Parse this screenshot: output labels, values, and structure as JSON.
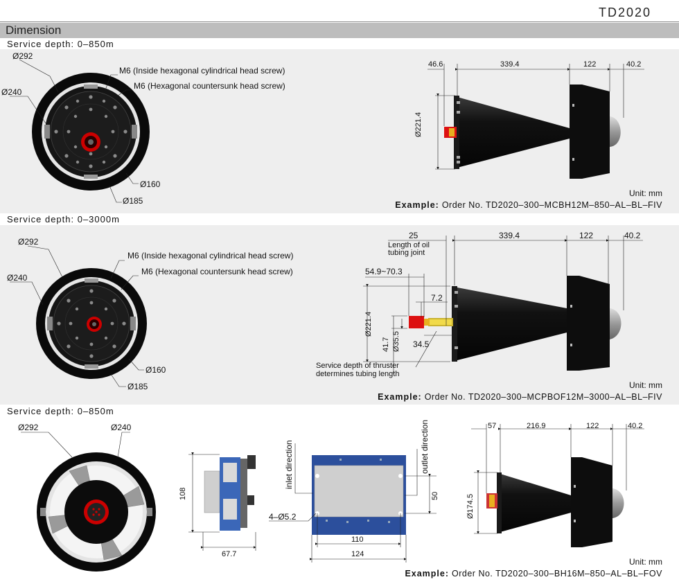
{
  "header": {
    "title": "TD2020",
    "section": "Dimension"
  },
  "sections": [
    {
      "service_depth": "Service depth: 0–850m",
      "labels": {
        "d292": "Ø292",
        "d240": "Ø240",
        "m6_inside": "M6 (Inside hexagonal cylindrical head screw)",
        "m6_countersunk": "M6 (Hexagonal countersunk head screw)",
        "d160": "Ø160",
        "d185": "Ø185"
      },
      "dims": {
        "a": "46.6",
        "b": "339.4",
        "c": "122",
        "d": "40.2",
        "dia": "Ø221.4"
      },
      "unit": "Unit: mm",
      "example_label": "Example:",
      "example_value": "Order No. TD2020–300–MCBH12M–850–AL–BL–FIV"
    },
    {
      "service_depth": "Service depth: 0–3000m",
      "labels": {
        "d292": "Ø292",
        "d240": "Ø240",
        "m6_inside": "M6 (Inside hexagonal cylindrical head screw)",
        "m6_countersunk": "M6 (Hexagonal countersunk head screw)",
        "d160": "Ø160",
        "d185": "Ø185"
      },
      "dims": {
        "a": "25",
        "b": "339.4",
        "c": "122",
        "d": "40.2",
        "dia": "Ø221.4",
        "range": "54.9~70.3",
        "v72": "7.2",
        "v417": "41.7",
        "v355": "Ø35.5",
        "v345": "34.5"
      },
      "oil_joint": [
        "Length of oil",
        "tubing joint"
      ],
      "tubing_note": [
        "Service depth of thruster",
        "determines tubing length"
      ],
      "unit": "Unit: mm",
      "example_label": "Example:",
      "example_value": "Order No. TD2020–300–MCPBOF12M–3000–AL–BL–FIV"
    },
    {
      "service_depth": "Service depth: 0–850m",
      "labels": {
        "d292": "Ø292",
        "d240": "Ø240"
      },
      "driver": {
        "h108": "108",
        "w677": "67.7",
        "inlet": "inlet direction",
        "outlet": "outlet direction",
        "v50": "50",
        "holes": "4–Ø5.2",
        "w110": "110",
        "w124": "124"
      },
      "dims": {
        "a": "57",
        "b": "216.9",
        "c": "122",
        "d": "40.2",
        "dia": "Ø174.5"
      },
      "unit": "Unit: mm",
      "example_label": "Example:",
      "example_value": "Order No. TD2020–300–BH16M–850–AL–BL–FOV"
    }
  ]
}
